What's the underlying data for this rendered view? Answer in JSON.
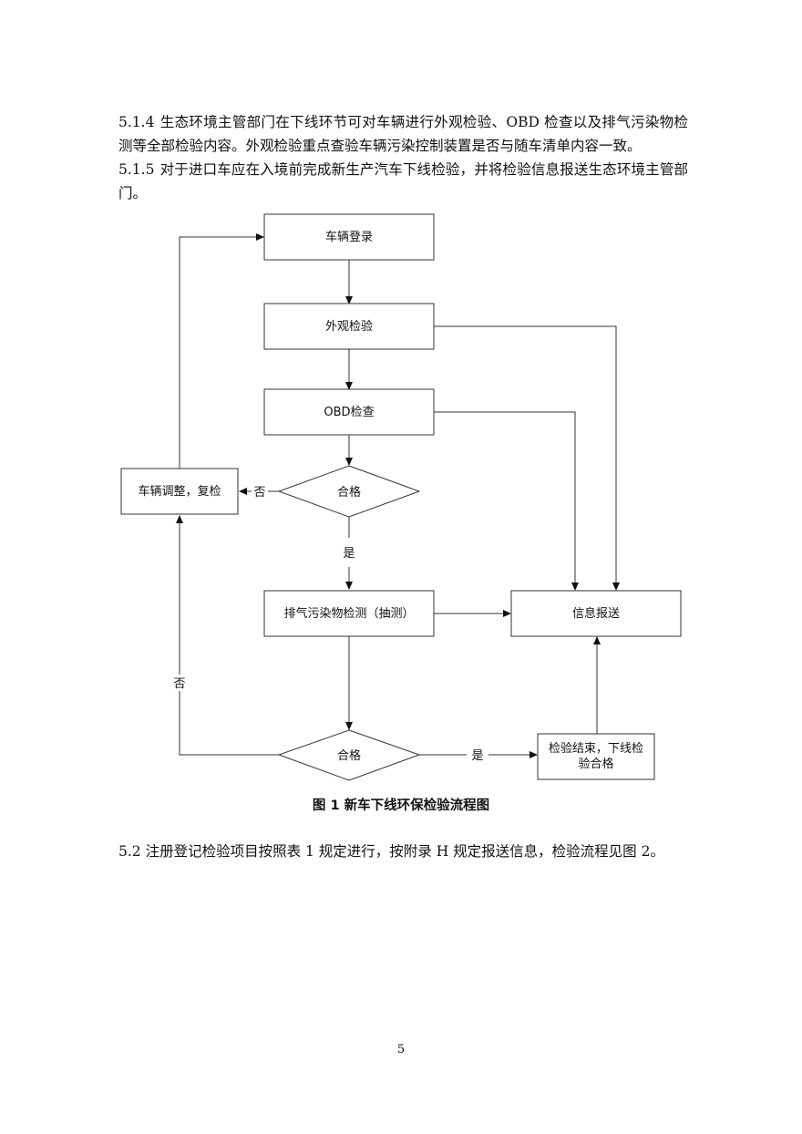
{
  "paragraphs": {
    "p514": {
      "number": "5.1.4",
      "text": "生态环境主管部门在下线环节可对车辆进行外观检验、OBD 检查以及排气污染物检测等全部检验内容。外观检验重点查验车辆污染控制装置是否与随车清单内容一致。"
    },
    "p515": {
      "number": "5.1.5",
      "text": "对于进口车应在入境前完成新生产汽车下线检验，并将检验信息报送生态环境主管部门。"
    },
    "p52": {
      "text": "5.2 注册登记检验项目按照表 1 规定进行，按附录 H 规定报送信息，检验流程见图 2。"
    }
  },
  "flowchart": {
    "nodes": {
      "vehicle_login": "车辆登录",
      "appearance_check": "外观检验",
      "obd_check": "OBD检查",
      "qualified_1": "合格",
      "adjust_recheck": "车辆调整，复检",
      "emission_test": "排气污染物检测（抽测）",
      "info_report": "信息报送",
      "qualified_2": "合格",
      "inspection_done_line1": "检验结束，下线检",
      "inspection_done_line2": "验合格"
    },
    "edge_labels": {
      "q1_no": "否",
      "q1_yes": "是",
      "q2_no": "否",
      "q2_yes": "是"
    }
  },
  "caption": "图 1 新车下线环保检验流程图",
  "page_number": "5"
}
